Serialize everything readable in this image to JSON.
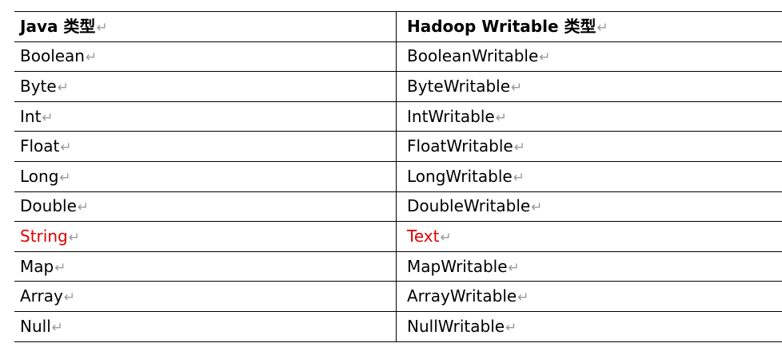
{
  "table": {
    "header": {
      "java": "Java 类型",
      "hadoop": "Hadoop Writable 类型"
    },
    "rows": [
      {
        "java": "Boolean",
        "hadoop": "BooleanWritable"
      },
      {
        "java": "Byte",
        "hadoop": "ByteWritable"
      },
      {
        "java": "Int",
        "hadoop": "IntWritable"
      },
      {
        "java": "Float",
        "hadoop": "FloatWritable"
      },
      {
        "java": "Long",
        "hadoop": "LongWritable"
      },
      {
        "java": "Double",
        "hadoop": "DoubleWritable"
      },
      {
        "java": "String",
        "hadoop": "Text",
        "highlight": true
      },
      {
        "java": "Map",
        "hadoop": "MapWritable"
      },
      {
        "java": "Array",
        "hadoop": "ArrayWritable"
      },
      {
        "java": "Null",
        "hadoop": "NullWritable"
      }
    ]
  },
  "paragraph_mark": "↵",
  "colors": {
    "highlight": "#e00000",
    "paragraph_mark": "#9a9a9a",
    "border": "#000000"
  }
}
